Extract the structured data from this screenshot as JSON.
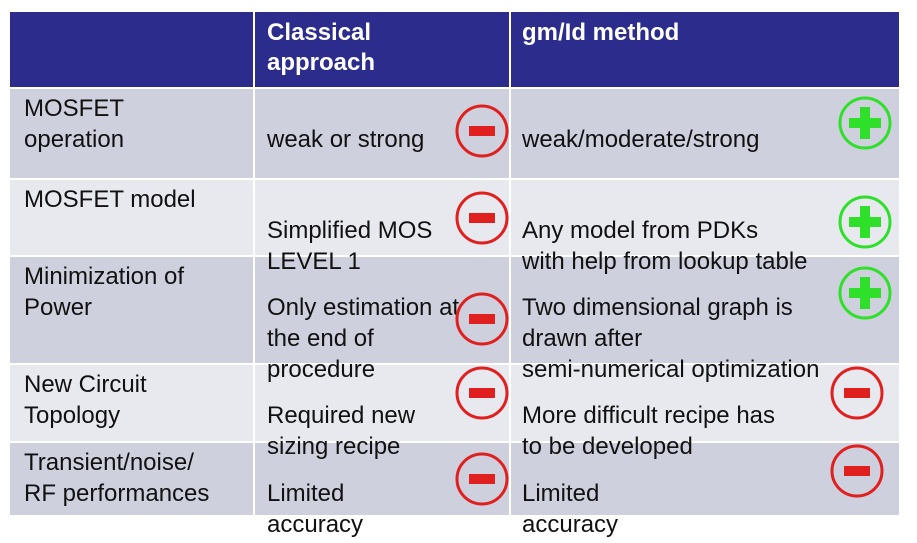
{
  "header": {
    "col1": "",
    "col2": "Classical\napproach",
    "col3": "gm/Id method"
  },
  "rows": [
    {
      "label": "MOSFET\noperation",
      "classical": "weak or strong",
      "classical_sign": "minus",
      "gmid": "weak/moderate/strong",
      "gmid_sign": "plus"
    },
    {
      "label": "MOSFET model",
      "classical": "Simplified MOS\nLEVEL 1",
      "classical_sign": "minus",
      "gmid": "Any model from PDKs\nwith help from lookup table",
      "gmid_sign": "plus"
    },
    {
      "label": "Minimization of\nPower",
      "classical": "Only estimation at\nthe end of\nprocedure",
      "classical_sign": "minus",
      "gmid": "Two dimensional graph is\ndrawn after\nsemi-numerical optimization",
      "gmid_sign": "plus"
    },
    {
      "label": "New Circuit\nTopology",
      "classical": "Required new\nsizing recipe",
      "classical_sign": "minus",
      "gmid": "More difficult recipe has\nto be developed",
      "gmid_sign": "minus"
    },
    {
      "label": "Transient/noise/\nRF performances",
      "classical": "Limited\naccuracy",
      "classical_sign": "minus",
      "gmid": "Limited\naccuracy",
      "gmid_sign": "minus"
    }
  ],
  "colors": {
    "header_bg": "#2b2c8c",
    "row_dark": "#cfd0dd",
    "row_light": "#e8e8ef",
    "minus": "#e0201e",
    "plus": "#2ee02a"
  }
}
